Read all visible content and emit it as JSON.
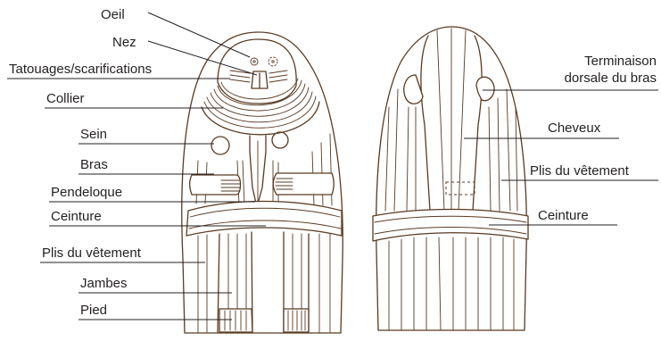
{
  "labels_left": {
    "oeil": "Oeil",
    "nez": "Nez",
    "tatouages": "Tatouages/scarifications",
    "collier": "Collier",
    "sein": "Sein",
    "bras": "Bras",
    "pendeloque": "Pendeloque",
    "ceinture": "Ceinture",
    "plis": "Plis du vêtement",
    "jambes": "Jambes",
    "pied": "Pied"
  },
  "labels_right": {
    "terminaison_line1": "Terminaison",
    "terminaison_line2": "dorsale du bras",
    "cheveux": "Cheveux",
    "plis": "Plis du vêtement",
    "ceinture": "Ceinture"
  },
  "colors": {
    "ink": "#5a3a22",
    "text": "#231f20",
    "background": "#ffffff"
  }
}
